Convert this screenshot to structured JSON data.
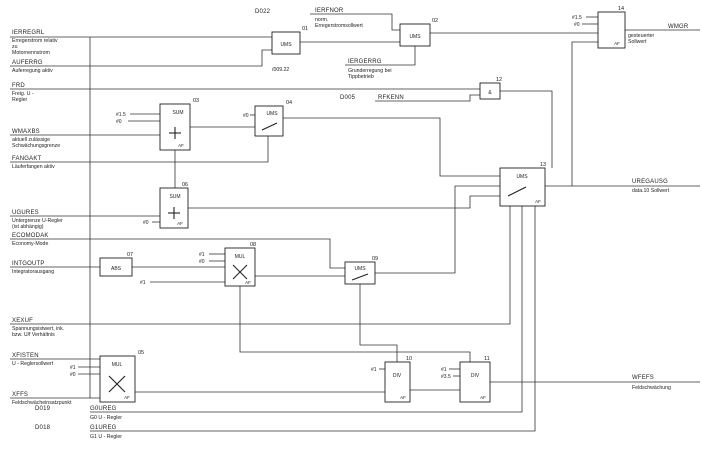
{
  "diagram_refs": {
    "d022": "D022",
    "d009": "/009.22",
    "d005": "D005",
    "d019": "D019",
    "d018": "D018"
  },
  "signals": {
    "ierregrl": {
      "name": "IERREGRL",
      "desc": [
        "Erregerstrom relativ",
        "zu",
        "Motornennstrom"
      ]
    },
    "auferrg": {
      "name": "AUFERRG",
      "desc": [
        "Auferregung aktiv"
      ]
    },
    "ierfnor": {
      "name": "IERFNOR",
      "desc": [
        "norm.",
        "Erregerstromsollwert"
      ]
    },
    "iergerrg": {
      "name": "IERGERRG",
      "desc": [
        "Grunderregung bei",
        "Tippbetrieb"
      ]
    },
    "frd": {
      "name": "FRD",
      "desc": [
        "Freig. U -",
        "Regler"
      ]
    },
    "rfkenn": {
      "name": "RFKENN"
    },
    "wmaxbs": {
      "name": "WMAXBS",
      "desc": [
        "aktuell zulässige",
        "Schwächungsgrenze"
      ]
    },
    "fangakt": {
      "name": "FANGAKT",
      "desc": [
        "Läuferfangen aktiv"
      ]
    },
    "ugures": {
      "name": "UGURES",
      "desc": [
        "Untergrenze U-Regler",
        "(ist abhängig)"
      ]
    },
    "ecomodak": {
      "name": "ECOMODAK",
      "desc": [
        "Economy-Mode"
      ]
    },
    "intgoutp": {
      "name": "INTGOUTP",
      "desc": [
        "Integratorausgang"
      ]
    },
    "xexuf": {
      "name": "XEXUF",
      "desc": [
        "Spannungsistwert, ink.",
        "bzw. U/f Verhältnis"
      ]
    },
    "xfisten": {
      "name": "XFISTEN",
      "desc": [
        "U - Reglersollwert"
      ]
    },
    "xffs": {
      "name": "XFFS",
      "desc": [
        "Feldschwächeinsatzpunkt"
      ]
    },
    "g0ureg": {
      "name": "G0UREG",
      "desc": [
        "G0 U - Regler"
      ]
    },
    "g1ureg": {
      "name": "G1UREG",
      "desc": [
        "G1 U - Regler"
      ]
    },
    "wmgr": {
      "name": "WMGR",
      "desc": [
        "gesteuerter",
        "Sollwert"
      ]
    },
    "uregausg": {
      "name": "UREGAUSG",
      "desc": [
        "data.10 Sollwert"
      ]
    },
    "wfefs": {
      "name": "WFEFS",
      "desc": [
        "Feldschwächung"
      ]
    }
  },
  "blocks": [
    {
      "id": "01",
      "function": "UMS"
    },
    {
      "id": "02",
      "function": "UMS"
    },
    {
      "id": "03",
      "function": "SUM",
      "constants": [
        "#1.5",
        "#0"
      ]
    },
    {
      "id": "04",
      "function": "UMS",
      "constants": [
        "#0"
      ]
    },
    {
      "id": "05",
      "function": "MUL",
      "constants": [
        "#1",
        "#0"
      ]
    },
    {
      "id": "06",
      "function": "SUM",
      "constants": [
        "#0"
      ]
    },
    {
      "id": "07",
      "function": "ABS"
    },
    {
      "id": "08",
      "function": "MUL",
      "constants": [
        "#1",
        "#0",
        "#1"
      ]
    },
    {
      "id": "09",
      "function": "UMS"
    },
    {
      "id": "10",
      "function": "DIV",
      "constants": [
        "#1"
      ]
    },
    {
      "id": "11",
      "function": "DIV",
      "constants": [
        "#1",
        "#3.5"
      ]
    },
    {
      "id": "12",
      "function": "&"
    },
    {
      "id": "13",
      "function": "UMS"
    },
    {
      "id": "14",
      "constants": [
        "#1.5",
        "#0"
      ]
    }
  ],
  "labels": {
    "output_port": "AF"
  }
}
